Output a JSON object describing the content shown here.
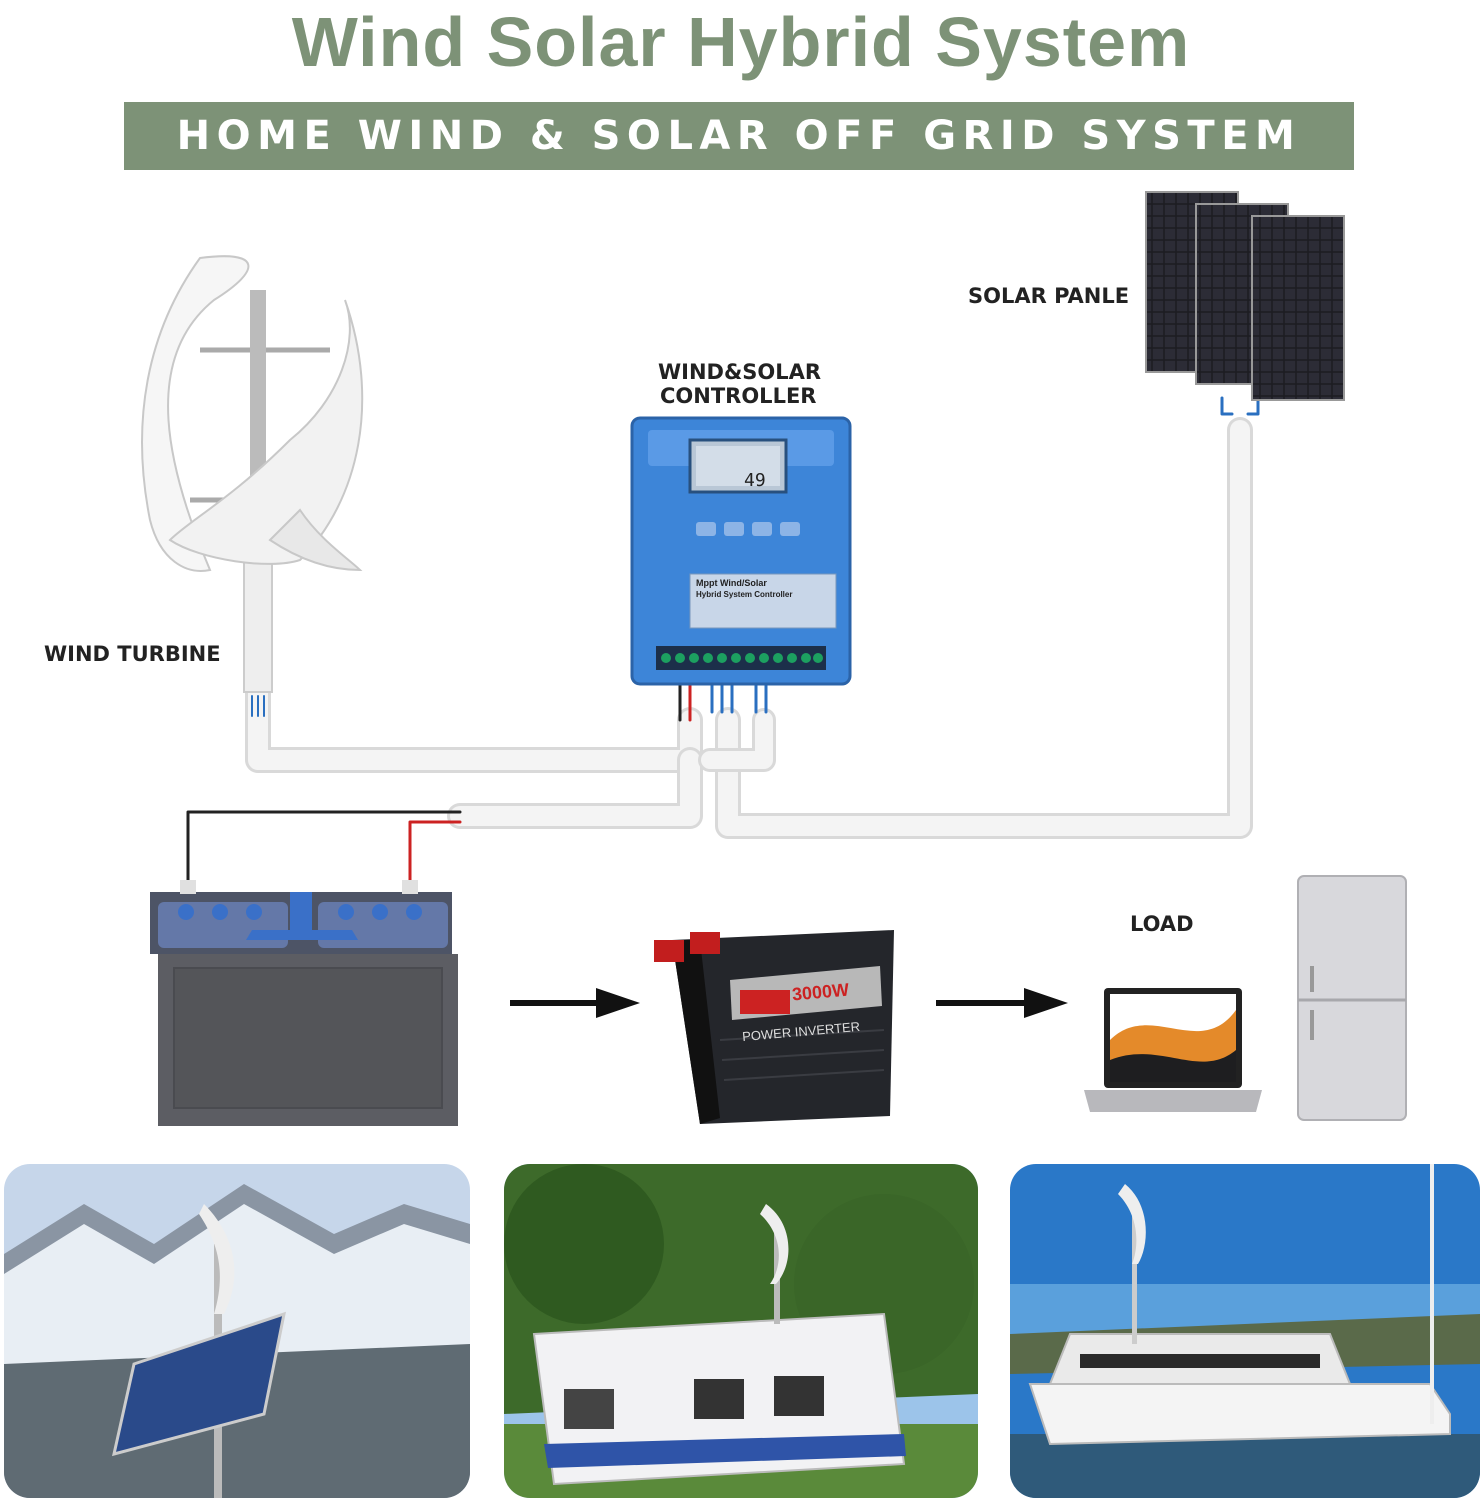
{
  "header": {
    "title": "Wind Solar Hybrid System",
    "subtitle": "HOME WIND & SOLAR OFF GRID SYSTEM"
  },
  "labels": {
    "wind_turbine": "WIND TURBINE",
    "controller_line1": "WIND&SOLAR",
    "controller_line2": "CONTROLLER",
    "solar_panel": "SOLAR PANLE",
    "load": "LOAD"
  },
  "controller": {
    "display_value": "49",
    "panel_title": "Mppt Wind/Solar",
    "panel_subtitle": "Hybrid System Controller"
  },
  "inverter": {
    "wattage": "3000W",
    "brand_text": "POWER INVERTER"
  },
  "colors": {
    "accent_green": "#7d9277",
    "controller_blue": "#3d85d8",
    "cable_white": "#f0f0f0",
    "wire_red": "#cc2222",
    "wire_blue": "#2a6fc0"
  },
  "photos": [
    {
      "scene": "snowy-mountain-turbine-photo"
    },
    {
      "scene": "caravan-turbine-photo"
    },
    {
      "scene": "yacht-turbine-photo"
    }
  ]
}
